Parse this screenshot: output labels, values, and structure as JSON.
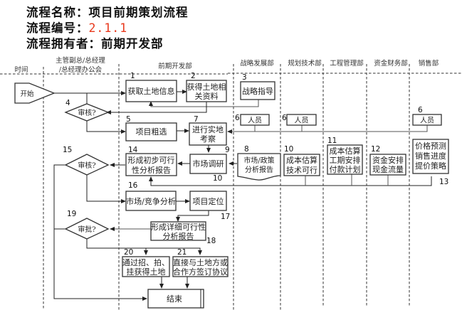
{
  "header": {
    "name_label": "流程名称：",
    "name_value": "项目前期策划流程",
    "code_label": "流程编号：",
    "code_value": "2.1.1",
    "owner_label": "流程拥有者：",
    "owner_value": "前期开发部",
    "code_color": "#e8391d"
  },
  "lanes": [
    {
      "id": "time",
      "label": "时间"
    },
    {
      "id": "exec",
      "label_line1": "主管副总/总经理",
      "label_line2": "/总经理办公会"
    },
    {
      "id": "preliminary",
      "label": "前期开发部"
    },
    {
      "id": "strategy",
      "label": "战略发展部"
    },
    {
      "id": "planning",
      "label": "规划技术部"
    },
    {
      "id": "engineering",
      "label": "工程管理部"
    },
    {
      "id": "finance",
      "label": "资金财务部"
    },
    {
      "id": "sales",
      "label": "销售部"
    }
  ],
  "nodes": {
    "start": {
      "label": "开始"
    },
    "n1": {
      "num": "1",
      "label": "获取土地信息"
    },
    "n2": {
      "num": "2",
      "line1": "获得土地相",
      "line2": "关资料"
    },
    "n3": {
      "num": "3",
      "label": "战略指导"
    },
    "n4": {
      "num": "4",
      "label": "审核?"
    },
    "n5": {
      "num": "5",
      "label": "项目粗选"
    },
    "n6a": {
      "num": "6",
      "label": "人员"
    },
    "n6b": {
      "num": "6",
      "label": "人员"
    },
    "n6c": {
      "num": "6",
      "label": "人员"
    },
    "n7": {
      "num": "7",
      "line1": "进行实地",
      "line2": "考察"
    },
    "n8": {
      "num": "8",
      "line1": "市场/政策",
      "line2": "分析报告"
    },
    "n9": {
      "num": "9"
    },
    "n10": {
      "num": "10",
      "label": "市场调研"
    },
    "n10b": {
      "num": "10",
      "line1": "成本估算",
      "line2": "技术可行"
    },
    "n11": {
      "num": "11",
      "line1": "成本估算",
      "line2": "工期安排",
      "line3": "付款计划"
    },
    "n12": {
      "num": "12",
      "line1": "资金安排",
      "line2": "现金流量"
    },
    "n13": {
      "num": "13",
      "line1": "价格预测",
      "line2": "销售进度",
      "line3": "提价策略"
    },
    "n14": {
      "num": "14",
      "line1": "形成初步可行",
      "line2": "性分析报告"
    },
    "n15": {
      "num": "15",
      "label": "审核?"
    },
    "n16": {
      "num": "16",
      "label": "市场/竞争分析"
    },
    "n17": {
      "num": "17",
      "label": "项目定位"
    },
    "n18": {
      "num": "18",
      "line1": "形成详细可行性",
      "line2": "分析报告"
    },
    "n19": {
      "num": "19",
      "label": "审批?"
    },
    "n20": {
      "num": "20",
      "line1": "通过招、拍、",
      "line2": "挂获得土地"
    },
    "n21": {
      "num": "21",
      "line1": "直接与土地方或",
      "line2": "合作方签订协议"
    },
    "end": {
      "label": "结束"
    }
  }
}
